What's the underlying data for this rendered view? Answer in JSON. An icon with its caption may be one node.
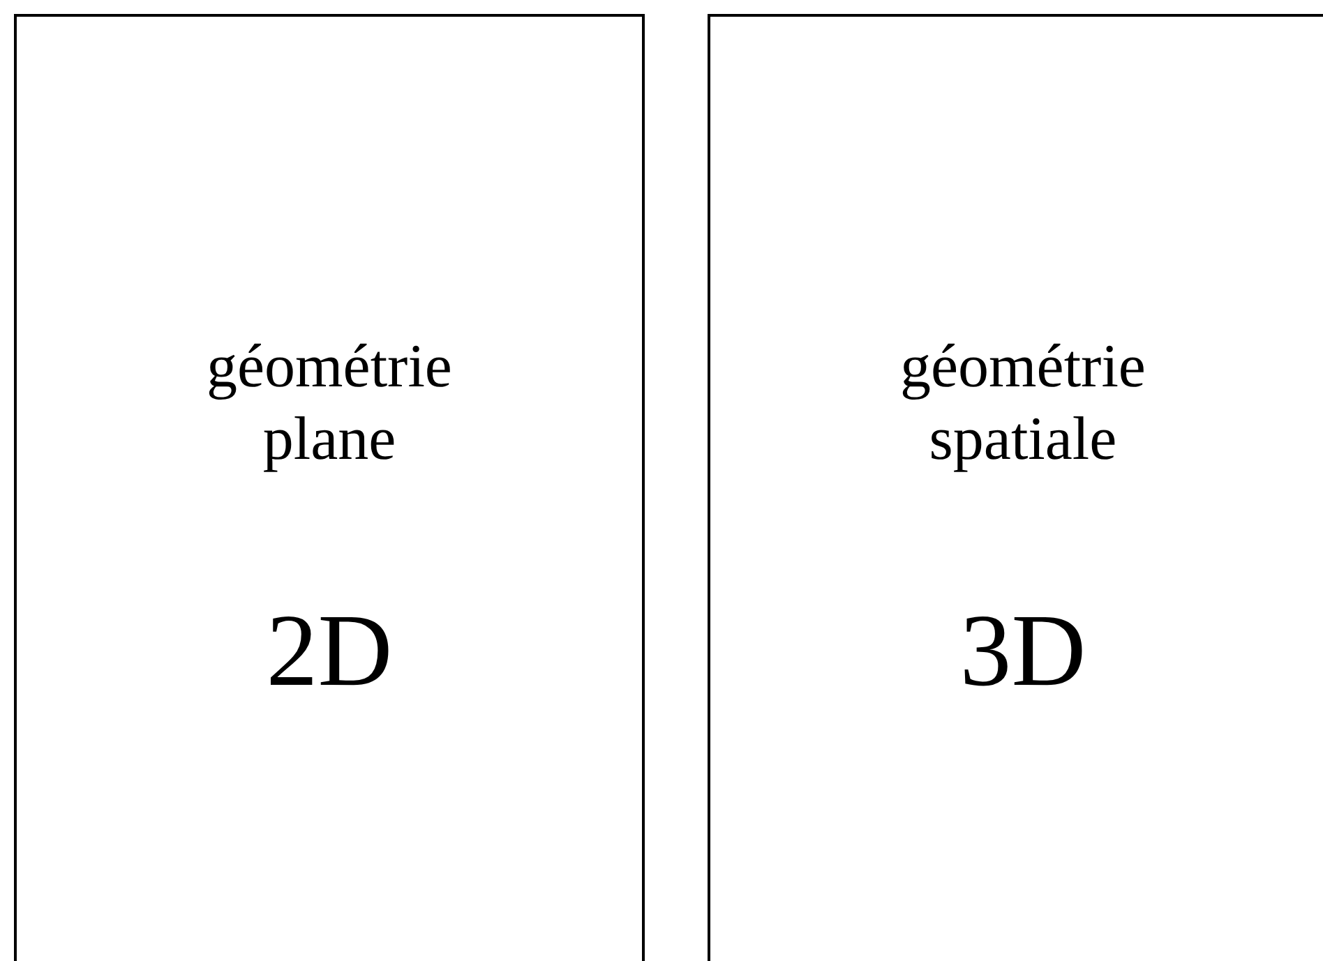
{
  "diagram": {
    "nodes": [
      {
        "text": [
          "géométrie plane",
          "2D"
        ]
      },
      {
        "text": [
          "géométrie spatiale",
          "3D"
        ]
      }
    ]
  }
}
